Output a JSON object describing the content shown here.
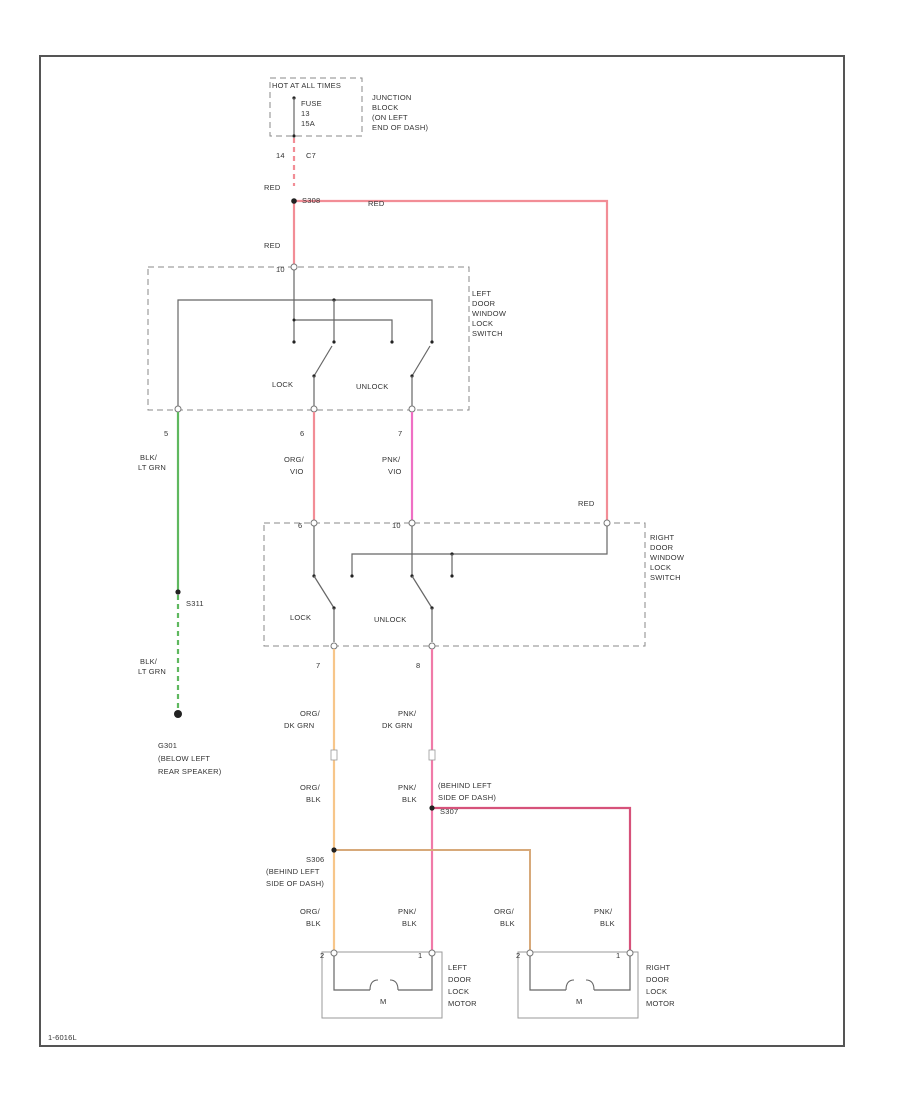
{
  "power": {
    "hot_at": "HOT AT ALL TIMES",
    "fuse_num": "FUSE",
    "fuse_id": "13",
    "fuse_amps": "15A",
    "junction_block": [
      "JUNCTION",
      "BLOCK",
      "(ON LEFT",
      "END OF DASH)"
    ],
    "pin_left": "14",
    "pin_right": "C7"
  },
  "splice_top": {
    "id": "S308",
    "wire_color": "RED"
  },
  "wire_labels": {
    "red_1": "RED",
    "red_2": "RED",
    "red_right": "RED",
    "red_right_switch": "RED",
    "blk_ltgrn_upper": [
      "BLK/",
      "LT GRN"
    ],
    "blk_ltgrn_lower": [
      "BLK/",
      "LT GRN"
    ],
    "org_vio": [
      "ORG/",
      "VIO"
    ],
    "pnk_vio": [
      "PNK/",
      "VIO"
    ],
    "org_dkgrn": [
      "ORG/",
      "DK GRN"
    ],
    "pnk_dkgrn": [
      "PNK/",
      "DK GRN"
    ],
    "org_blk_1": [
      "ORG/",
      "BLK"
    ],
    "pnk_blk_1": [
      "PNK/",
      "BLK"
    ],
    "org_blk_left_motor": [
      "ORG/",
      "BLK"
    ],
    "pnk_blk_left_motor": [
      "PNK/",
      "BLK"
    ],
    "org_blk_right_motor": [
      "ORG/",
      "BLK"
    ],
    "pnk_blk_right_motor": [
      "PNK/",
      "BLK"
    ]
  },
  "left_switch": {
    "name": [
      "LEFT",
      "DOOR",
      "WINDOW",
      "LOCK",
      "SWITCH"
    ],
    "pin_top": "10",
    "pins_bottom": [
      "5",
      "6",
      "7"
    ],
    "lock": "LOCK",
    "unlock": "UNLOCK"
  },
  "right_switch": {
    "name": [
      "RIGHT",
      "DOOR",
      "WINDOW",
      "LOCK",
      "SWITCH"
    ],
    "pins_top": [
      "6",
      "10"
    ],
    "pins_bottom": [
      "7",
      "8"
    ],
    "lock": "LOCK",
    "unlock": "UNLOCK"
  },
  "ground": {
    "splice": "S311",
    "ground_id": "G301",
    "location": [
      "(BELOW LEFT",
      "REAR SPEAKER)"
    ]
  },
  "splice_s307": {
    "id": "S307",
    "location": [
      "(BEHIND LEFT",
      "SIDE OF DASH)"
    ]
  },
  "splice_s306": {
    "id": "S306",
    "location": [
      "(BEHIND LEFT",
      "SIDE OF DASH)"
    ]
  },
  "left_motor": {
    "name": [
      "LEFT",
      "DOOR",
      "LOCK",
      "MOTOR"
    ],
    "pin_left": "2",
    "pin_right": "1",
    "symbol": "M"
  },
  "right_motor": {
    "name": [
      "RIGHT",
      "DOOR",
      "LOCK",
      "MOTOR"
    ],
    "pin_left": "2",
    "pin_right": "1",
    "symbol": "M"
  },
  "diagram_id": "1-6016L",
  "colors": {
    "red": "#f28d96",
    "green": "#5fb85f",
    "pink": "#ef6fc4",
    "pink_wire": "#f07aa8",
    "orange": "#f7c68a",
    "tan": "#d7a97a",
    "dark_red": "#d6527a"
  }
}
